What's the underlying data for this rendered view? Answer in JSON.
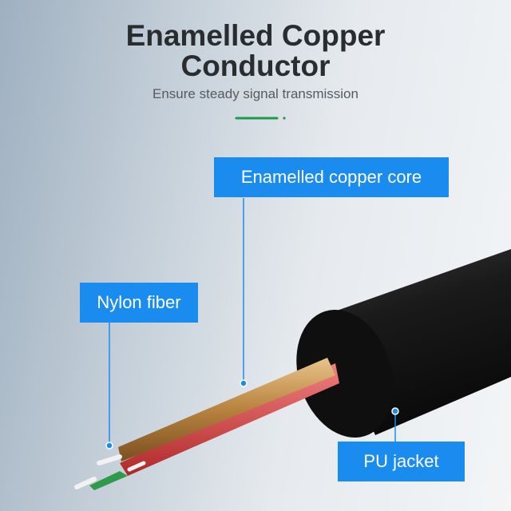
{
  "header": {
    "title_line1": "Enamelled Copper",
    "title_line2": "Conductor",
    "subtitle": "Ensure steady signal transmission"
  },
  "callouts": {
    "core": "Enamelled copper core",
    "nylon": "Nylon fiber",
    "jacket": "PU jacket"
  },
  "colors": {
    "accent": "#1a8cf0",
    "divider": "#1f9a4a",
    "jacket": "#151515"
  }
}
